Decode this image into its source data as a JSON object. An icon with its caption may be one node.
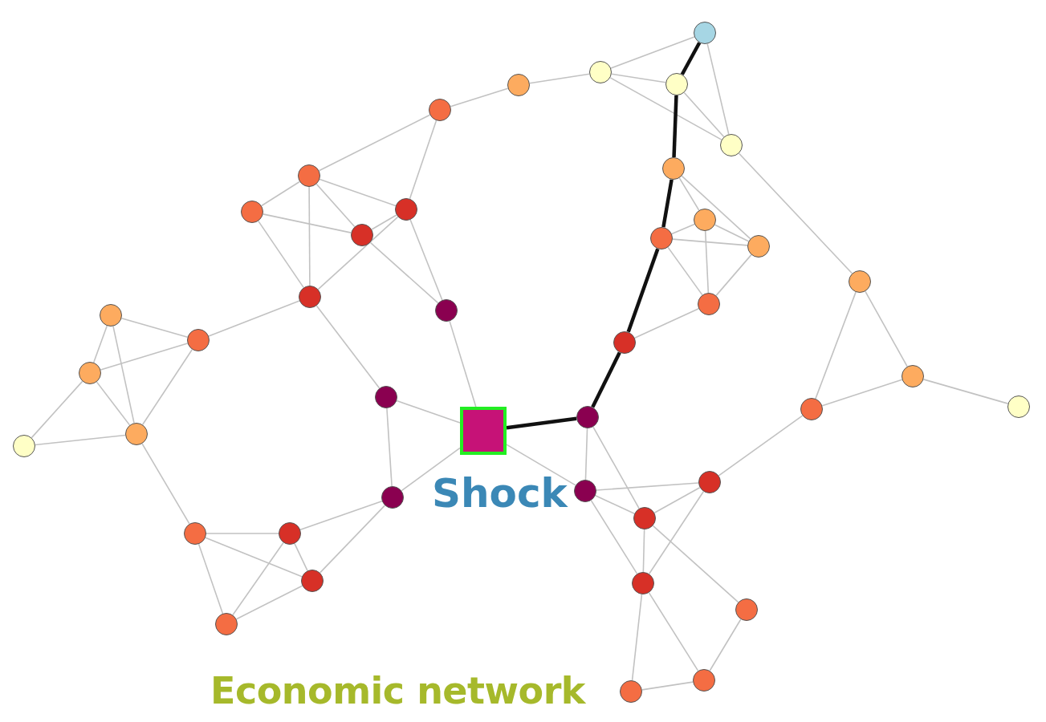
{
  "diagram": {
    "nodes": [
      {
        "text": [],
        "shape": "circle"
      },
      {
        "text": [],
        "shape": "circle"
      },
      {
        "text": [],
        "shape": "circle"
      },
      {
        "text": [],
        "shape": "circle"
      },
      {
        "text": [],
        "shape": "circle"
      },
      {
        "text": [],
        "shape": "circle"
      },
      {
        "text": [],
        "shape": "circle"
      },
      {
        "text": [],
        "shape": "circle"
      },
      {
        "text": [],
        "shape": "circle"
      },
      {
        "text": [],
        "shape": "circle"
      },
      {
        "text": [],
        "shape": "circle"
      },
      {
        "text": [],
        "shape": "circle"
      },
      {
        "text": [],
        "shape": "circle"
      },
      {
        "text": [],
        "shape": "circle"
      },
      {
        "text": [],
        "shape": "circle"
      },
      {
        "text": [],
        "shape": "circle"
      },
      {
        "text": [],
        "shape": "circle"
      },
      {
        "text": [],
        "shape": "circle"
      },
      {
        "text": [],
        "shape": "circle"
      },
      {
        "text": [],
        "shape": "circle"
      },
      {
        "text": [],
        "shape": "circle"
      },
      {
        "text": [],
        "shape": "circle"
      },
      {
        "text": [],
        "shape": "circle"
      },
      {
        "text": [],
        "shape": "circle"
      },
      {
        "text": [],
        "shape": "circle"
      },
      {
        "text": [],
        "shape": "circle"
      },
      {
        "text": [],
        "shape": "circle"
      },
      {
        "text": [],
        "shape": "box",
        "beside": [
          "Shock"
        ]
      },
      {
        "text": [],
        "shape": "circle"
      },
      {
        "text": [],
        "shape": "circle"
      },
      {
        "text": [],
        "shape": "circle"
      },
      {
        "text": [],
        "shape": "circle"
      },
      {
        "text": [],
        "shape": "circle"
      },
      {
        "text": [],
        "shape": "circle"
      },
      {
        "text": [],
        "shape": "circle"
      },
      {
        "text": [],
        "shape": "circle"
      },
      {
        "text": [],
        "shape": "circle"
      },
      {
        "text": [],
        "shape": "circle"
      },
      {
        "text": [],
        "shape": "circle"
      },
      {
        "text": [],
        "shape": "circle"
      },
      {
        "text": [],
        "shape": "circle"
      },
      {
        "text": [],
        "shape": "circle"
      }
    ],
    "edges": [
      {
        "from": 0,
        "to": 1,
        "arrow": "none"
      },
      {
        "from": 0,
        "to": 2,
        "arrow": "none",
        "style": "thick",
        "color": "#111111"
      },
      {
        "from": 0,
        "to": 5,
        "arrow": "none"
      },
      {
        "from": 1,
        "to": 2,
        "arrow": "none"
      },
      {
        "from": 1,
        "to": 3,
        "arrow": "none"
      },
      {
        "from": 1,
        "to": 5,
        "arrow": "none"
      },
      {
        "from": 2,
        "to": 5,
        "arrow": "none"
      },
      {
        "from": 2,
        "to": 6,
        "arrow": "none",
        "style": "thick",
        "color": "#111111"
      },
      {
        "from": 3,
        "to": 4,
        "arrow": "none"
      },
      {
        "from": 4,
        "to": 7,
        "arrow": "none"
      },
      {
        "from": 4,
        "to": 8,
        "arrow": "none"
      },
      {
        "from": 5,
        "to": 14,
        "arrow": "none"
      },
      {
        "from": 6,
        "to": 10,
        "arrow": "none"
      },
      {
        "from": 6,
        "to": 12,
        "arrow": "none",
        "style": "thick",
        "color": "#111111"
      },
      {
        "from": 6,
        "to": 13,
        "arrow": "none"
      },
      {
        "from": 7,
        "to": 8,
        "arrow": "none"
      },
      {
        "from": 7,
        "to": 9,
        "arrow": "none"
      },
      {
        "from": 7,
        "to": 11,
        "arrow": "none"
      },
      {
        "from": 7,
        "to": 15,
        "arrow": "none"
      },
      {
        "from": 8,
        "to": 11,
        "arrow": "none"
      },
      {
        "from": 8,
        "to": 15,
        "arrow": "none"
      },
      {
        "from": 8,
        "to": 17,
        "arrow": "none"
      },
      {
        "from": 9,
        "to": 11,
        "arrow": "none"
      },
      {
        "from": 9,
        "to": 15,
        "arrow": "none"
      },
      {
        "from": 10,
        "to": 12,
        "arrow": "none"
      },
      {
        "from": 10,
        "to": 13,
        "arrow": "none"
      },
      {
        "from": 10,
        "to": 16,
        "arrow": "none"
      },
      {
        "from": 11,
        "to": 17,
        "arrow": "none"
      },
      {
        "from": 12,
        "to": 13,
        "arrow": "none"
      },
      {
        "from": 12,
        "to": 16,
        "arrow": "none"
      },
      {
        "from": 12,
        "to": 20,
        "arrow": "none",
        "style": "thick",
        "color": "#111111"
      },
      {
        "from": 13,
        "to": 16,
        "arrow": "none"
      },
      {
        "from": 14,
        "to": 22,
        "arrow": "none"
      },
      {
        "from": 14,
        "to": 25,
        "arrow": "none"
      },
      {
        "from": 15,
        "to": 19,
        "arrow": "none"
      },
      {
        "from": 15,
        "to": 23,
        "arrow": "none"
      },
      {
        "from": 16,
        "to": 20,
        "arrow": "none"
      },
      {
        "from": 17,
        "to": 27,
        "arrow": "none"
      },
      {
        "from": 18,
        "to": 19,
        "arrow": "none"
      },
      {
        "from": 18,
        "to": 21,
        "arrow": "none"
      },
      {
        "from": 18,
        "to": 28,
        "arrow": "none"
      },
      {
        "from": 19,
        "to": 21,
        "arrow": "none"
      },
      {
        "from": 19,
        "to": 28,
        "arrow": "none"
      },
      {
        "from": 20,
        "to": 26,
        "arrow": "none",
        "style": "thick",
        "color": "#111111"
      },
      {
        "from": 21,
        "to": 28,
        "arrow": "none"
      },
      {
        "from": 21,
        "to": 29,
        "arrow": "none"
      },
      {
        "from": 22,
        "to": 24,
        "arrow": "none"
      },
      {
        "from": 22,
        "to": 25,
        "arrow": "none"
      },
      {
        "from": 23,
        "to": 27,
        "arrow": "none"
      },
      {
        "from": 23,
        "to": 32,
        "arrow": "none"
      },
      {
        "from": 25,
        "to": 30,
        "arrow": "none"
      },
      {
        "from": 26,
        "to": 27,
        "arrow": "none",
        "style": "thick",
        "color": "#111111"
      },
      {
        "from": 26,
        "to": 31,
        "arrow": "none"
      },
      {
        "from": 26,
        "to": 33,
        "arrow": "none"
      },
      {
        "from": 27,
        "to": 31,
        "arrow": "none"
      },
      {
        "from": 27,
        "to": 32,
        "arrow": "none"
      },
      {
        "from": 28,
        "to": 29,
        "arrow": "none"
      },
      {
        "from": 28,
        "to": 34,
        "arrow": "none"
      },
      {
        "from": 30,
        "to": 31,
        "arrow": "none"
      },
      {
        "from": 30,
        "to": 33,
        "arrow": "none"
      },
      {
        "from": 30,
        "to": 37,
        "arrow": "none"
      },
      {
        "from": 31,
        "to": 33,
        "arrow": "none"
      },
      {
        "from": 31,
        "to": 37,
        "arrow": "none"
      },
      {
        "from": 32,
        "to": 35,
        "arrow": "none"
      },
      {
        "from": 32,
        "to": 36,
        "arrow": "none"
      },
      {
        "from": 33,
        "to": 37,
        "arrow": "none"
      },
      {
        "from": 33,
        "to": 38,
        "arrow": "none"
      },
      {
        "from": 34,
        "to": 35,
        "arrow": "none"
      },
      {
        "from": 34,
        "to": 36,
        "arrow": "none"
      },
      {
        "from": 34,
        "to": 39,
        "arrow": "none"
      },
      {
        "from": 35,
        "to": 36,
        "arrow": "none"
      },
      {
        "from": 35,
        "to": 39,
        "arrow": "none"
      },
      {
        "from": 36,
        "to": 39,
        "arrow": "none"
      },
      {
        "from": 37,
        "to": 40,
        "arrow": "none"
      },
      {
        "from": 37,
        "to": 41,
        "arrow": "none"
      },
      {
        "from": 38,
        "to": 40,
        "arrow": "none"
      },
      {
        "from": 40,
        "to": 41,
        "arrow": "none"
      }
    ],
    "labels": [
      "Economic network"
    ]
  }
}
